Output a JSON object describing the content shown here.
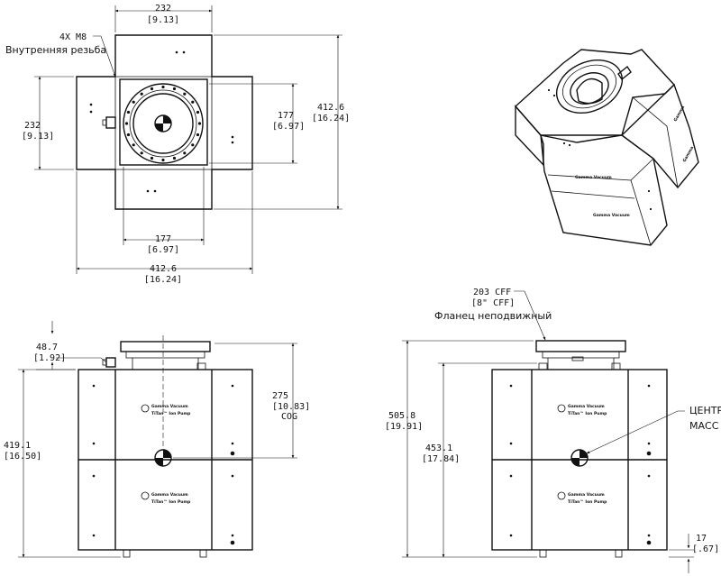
{
  "top_view": {
    "width_top": "232",
    "width_top_in": "[9.13]",
    "thread_qty": "4X M8",
    "thread_label": "Внутренняя резьба",
    "height_left": "232",
    "height_left_in": "[9.13]",
    "inner_right": "177",
    "inner_right_in": "[6.97]",
    "overall_right": "412.6",
    "overall_right_in": "[16.24]",
    "inner_bottom": "177",
    "inner_bottom_in": "[6.97]",
    "overall_bottom": "412.6",
    "overall_bottom_in": "[16.24]"
  },
  "front_view": {
    "offset": "48.7",
    "offset_in": "[1.92]",
    "cog": "275",
    "cog_in": "[10.83]",
    "cog_label": "COG",
    "height": "419.1",
    "height_in": "[16.50]"
  },
  "side_view": {
    "flange": "203 CFF",
    "flange_in": "[8\" CFF]",
    "flange_label": "Фланец неподвижный",
    "total": "505.8",
    "total_in": "[19.91]",
    "height": "453.1",
    "height_in": "[17.84]",
    "center_label_1": "ЦЕНТР",
    "center_label_2": "МАСС",
    "foot": "17",
    "foot_in": "[.67]"
  },
  "brand": {
    "line1": "Gamma Vacuum",
    "line2": "TiTan™ Ion Pump"
  }
}
